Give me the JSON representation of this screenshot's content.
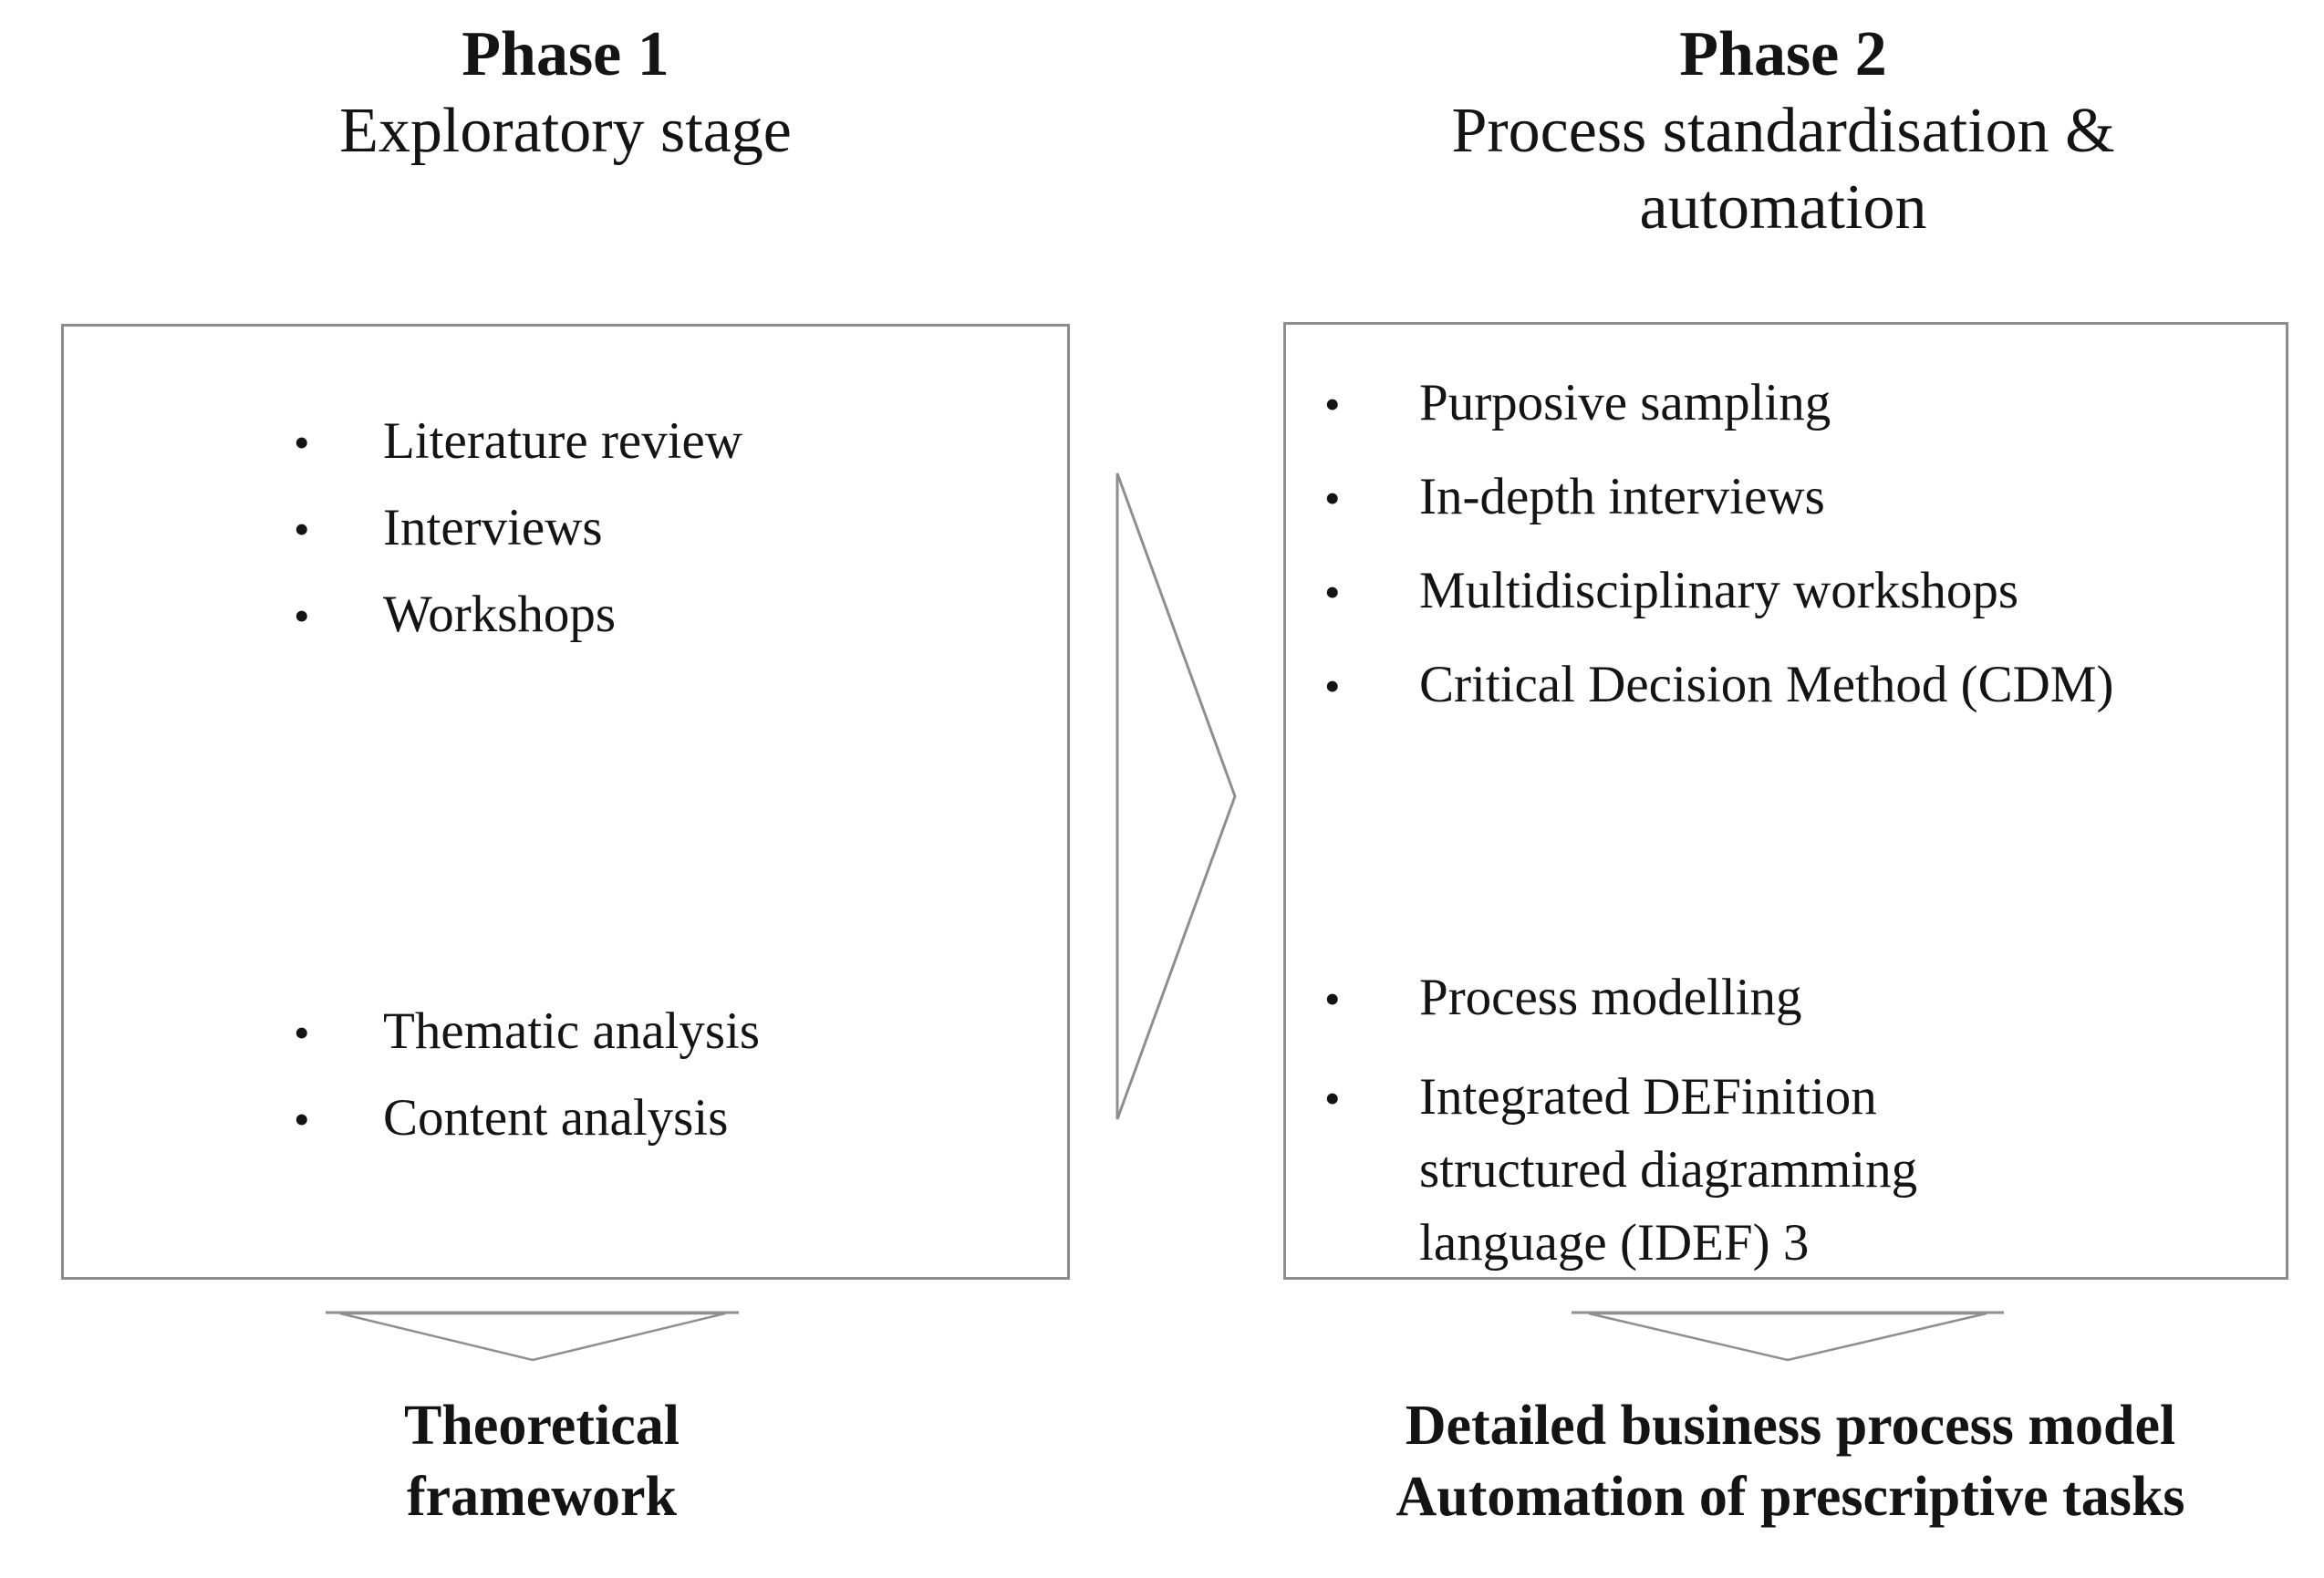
{
  "glyphs": {
    "bullet": "•"
  },
  "colors": {
    "text": "#141414",
    "box_border": "#8c8c8c",
    "shape_stroke": "#8f8f8f",
    "background": "#ffffff"
  },
  "phase1": {
    "title": "Phase 1",
    "subtitle": "Exploratory stage",
    "box": {
      "methods": [
        "Literature review",
        "Interviews",
        "Workshops"
      ],
      "analyses": [
        "Thematic analysis",
        "Content analysis"
      ]
    },
    "outcome": "Theoretical framework"
  },
  "phase2": {
    "title": "Phase 2",
    "subtitle": "Process standardisation & automation",
    "box": {
      "methods": [
        "Purposive sampling",
        "In-depth interviews",
        "Multidisciplinary workshops",
        "Critical Decision Method (CDM)"
      ],
      "analyses": [
        "Process modelling",
        "Integrated DEFinition structured diagramming language (IDEF) 3"
      ]
    },
    "outcome_lines": [
      "Detailed business process model",
      "Automation of prescriptive tasks"
    ]
  }
}
